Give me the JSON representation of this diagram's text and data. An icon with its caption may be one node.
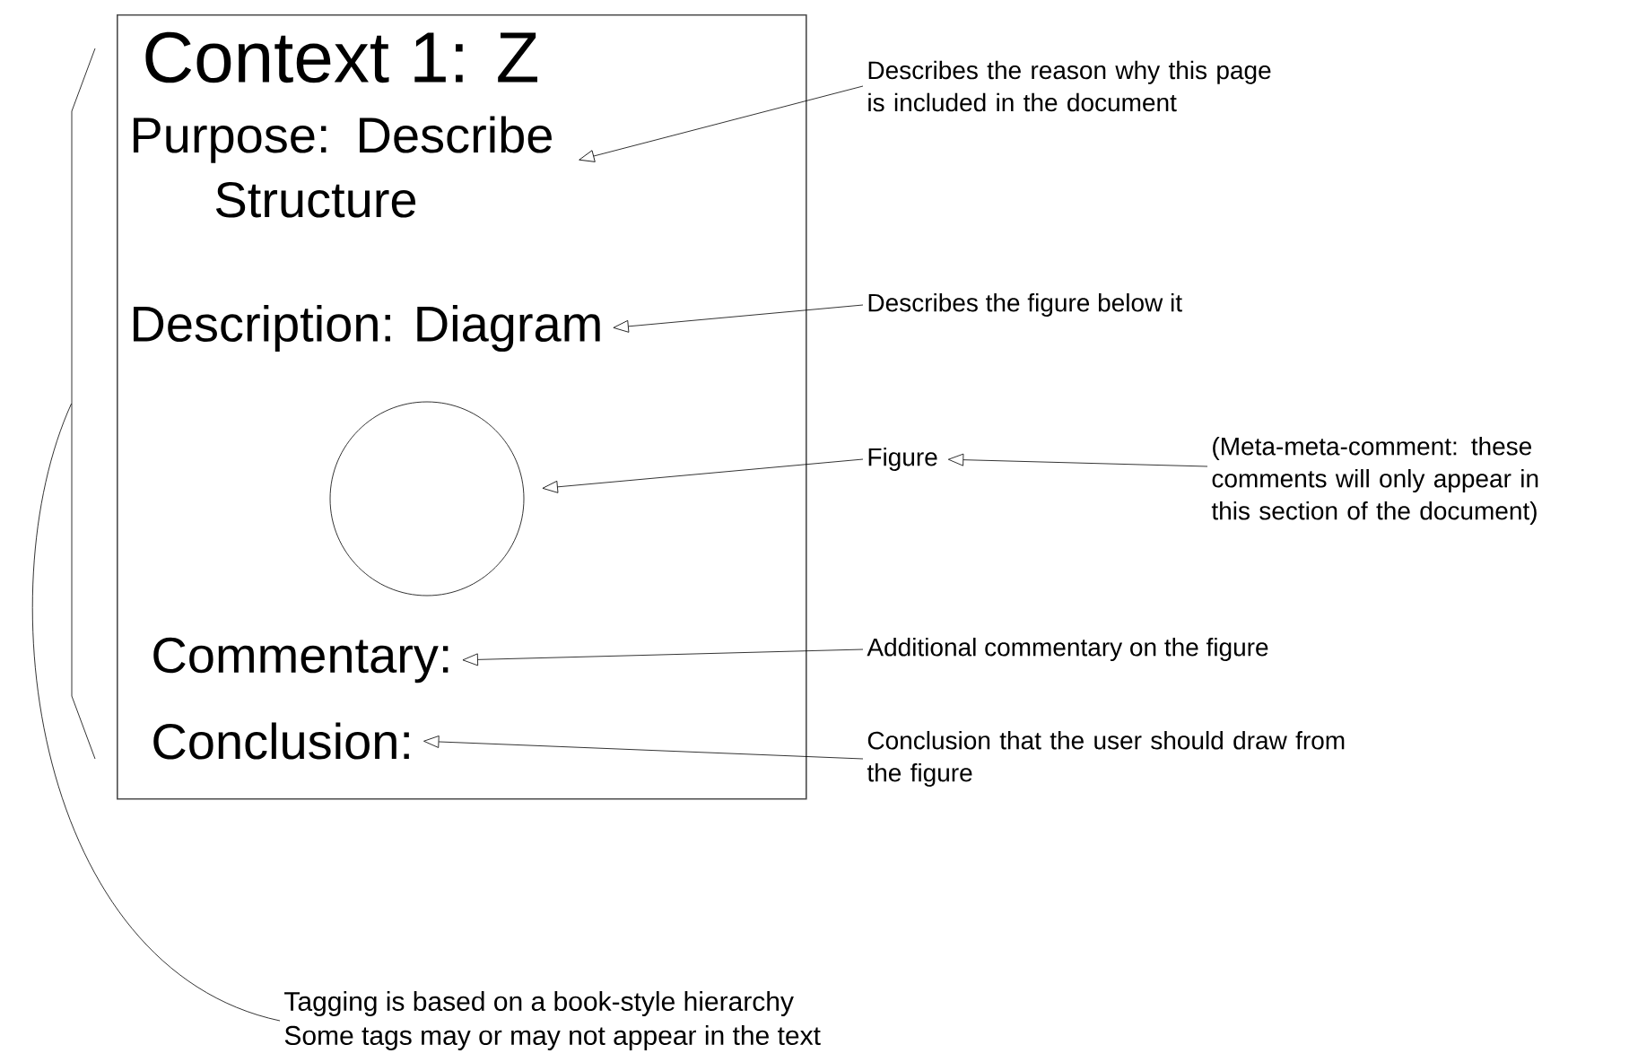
{
  "diagram": {
    "nodes": [
      {
        "text": [
          "Context 1: Z"
        ]
      },
      {
        "text": [
          "Purpose: Describe Structure"
        ],
        "in": 0
      },
      {
        "text": [
          "Description: Diagram"
        ],
        "in": 0
      },
      {
        "text": [],
        "shape": "circle",
        "in": 0
      },
      {
        "text": [
          "Commentary:"
        ],
        "in": 0
      },
      {
        "text": [
          "Conclusion:"
        ],
        "in": 0
      },
      {
        "text": [
          "Describes the reason why this page is included in the document"
        ]
      },
      {
        "text": [
          "Describes the figure below it"
        ]
      },
      {
        "text": [
          "Figure"
        ]
      },
      {
        "text": [
          "(Meta-meta-comment: these comments will only appear in this section of the document)"
        ]
      },
      {
        "text": [
          "Additional commentary on the figure"
        ]
      },
      {
        "text": [
          "Conclusion that the user should draw from the figure"
        ]
      },
      {
        "text": [
          "Tagging is based on a book-style hierarchy",
          "Some tags may or may not appear in the text"
        ]
      },
      {
        "text": [],
        "shape": "bracket"
      }
    ],
    "edges": [
      {
        "from": 6,
        "to": 1,
        "arrow": "to"
      },
      {
        "from": 7,
        "to": 2,
        "arrow": "to"
      },
      {
        "from": 8,
        "to": 3,
        "arrow": "to"
      },
      {
        "from": 9,
        "to": 8,
        "arrow": "to"
      },
      {
        "from": 10,
        "to": 4,
        "arrow": "to"
      },
      {
        "from": 11,
        "to": 5,
        "arrow": "to"
      },
      {
        "from": 12,
        "to": 13,
        "arrow": "none"
      }
    ]
  }
}
